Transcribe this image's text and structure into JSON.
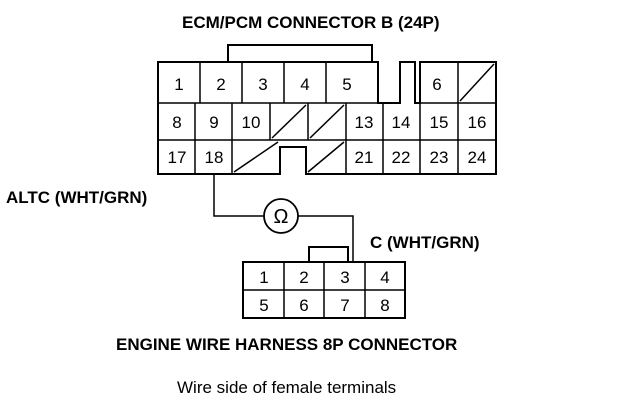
{
  "diagram": {
    "ecm_connector": {
      "title": "ECM/PCM CONNECTOR B (24P)",
      "rows": [
        [
          "1",
          "2",
          "3",
          "4",
          "5",
          "",
          "6",
          ""
        ],
        [
          "8",
          "9",
          "10",
          "",
          "",
          "13",
          "14",
          "15",
          "16"
        ],
        [
          "17",
          "18",
          "",
          "",
          "21",
          "22",
          "23",
          "24"
        ]
      ]
    },
    "wire_labels": {
      "altc": "ALTC (WHT/GRN)",
      "c": "C (WHT/GRN)"
    },
    "meter_symbol": "Ω",
    "harness_connector": {
      "title": "ENGINE WIRE HARNESS 8P CONNECTOR",
      "rows": [
        [
          "1",
          "2",
          "3",
          "4"
        ],
        [
          "5",
          "6",
          "7",
          "8"
        ]
      ]
    },
    "caption": "Wire side of female terminals"
  }
}
